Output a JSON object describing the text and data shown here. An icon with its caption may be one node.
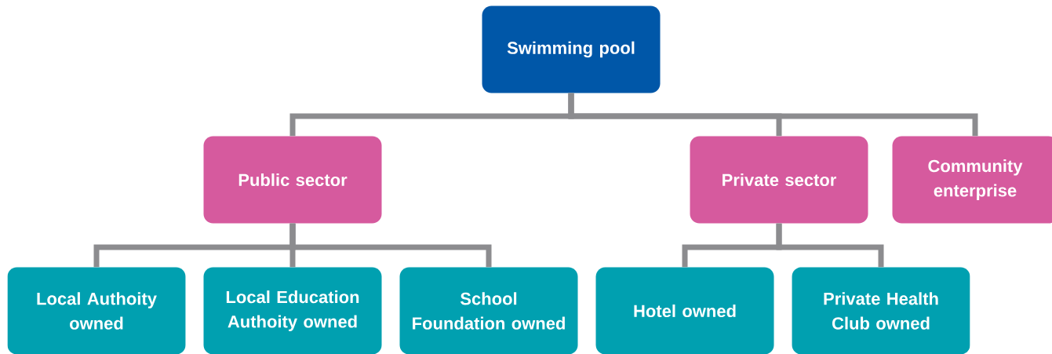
{
  "diagram": {
    "nodes": [
      {
        "text": [
          "Swimming pool"
        ]
      },
      {
        "text": [
          "Public sector"
        ]
      },
      {
        "text": [
          "Private sector"
        ]
      },
      {
        "text": [
          "Community enterprise"
        ]
      },
      {
        "text": [
          "Local Authoity owned"
        ]
      },
      {
        "text": [
          "Local Education Authoity owned"
        ]
      },
      {
        "text": [
          "School Foundation owned"
        ]
      },
      {
        "text": [
          "Hotel owned"
        ]
      },
      {
        "text": [
          "Private Health Club owned"
        ]
      }
    ],
    "edges": [
      {
        "from": 0,
        "to": 1,
        "arrow": "none"
      },
      {
        "from": 0,
        "to": 2,
        "arrow": "none"
      },
      {
        "from": 0,
        "to": 3,
        "arrow": "none"
      },
      {
        "from": 1,
        "to": 4,
        "arrow": "none"
      },
      {
        "from": 1,
        "to": 5,
        "arrow": "none"
      },
      {
        "from": 1,
        "to": 6,
        "arrow": "none"
      },
      {
        "from": 2,
        "to": 7,
        "arrow": "none"
      },
      {
        "from": 2,
        "to": 8,
        "arrow": "none"
      }
    ]
  }
}
